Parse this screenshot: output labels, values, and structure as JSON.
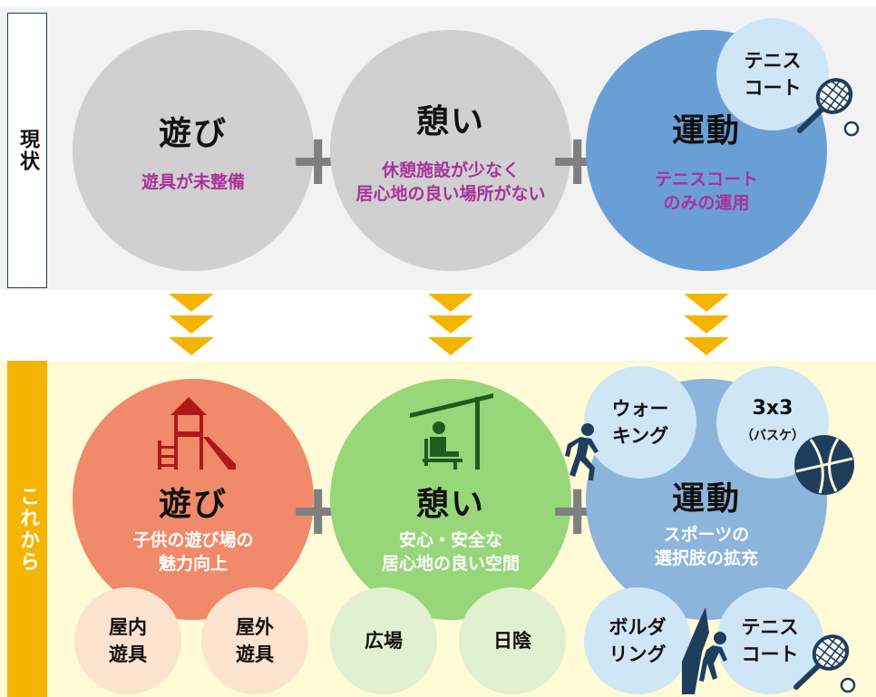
{
  "labels": {
    "current": "現状",
    "future": "これから"
  },
  "current": {
    "play": {
      "title": "遊び",
      "sub": "遊具が未整備"
    },
    "rest": {
      "title": "憩い",
      "sub_line1": "休憩施設が少なく",
      "sub_line2": "居心地の良い場所がない"
    },
    "sport": {
      "title": "運動",
      "sub_line1": "テニスコート",
      "sub_line2": "のみの運用"
    },
    "tennis": {
      "line1": "テニス",
      "line2": "コート"
    }
  },
  "future": {
    "play": {
      "title": "遊び",
      "sub_line1": "子供の遊び場の",
      "sub_line2": "魅力向上"
    },
    "rest": {
      "title": "憩い",
      "sub_line1": "安心・安全な",
      "sub_line2": "居心地の良い空間"
    },
    "sport": {
      "title": "運動",
      "sub_line1": "スポーツの",
      "sub_line2": "選択肢の拡充"
    },
    "indoor": {
      "line1": "屋内",
      "line2": "遊具"
    },
    "outdoor": {
      "line1": "屋外",
      "line2": "遊具"
    },
    "plaza": "広場",
    "shade": "日陰",
    "walking": {
      "line1": "ウォー",
      "line2": "キング"
    },
    "basket": {
      "line1": "3x3",
      "line2": "（バスケ）"
    },
    "bouldering": {
      "line1": "ボルダ",
      "line2": "リング"
    },
    "tennis": {
      "line1": "テニス",
      "line2": "コート"
    }
  },
  "colors": {
    "gray_circle": "#d0d0d0",
    "blue_circle": "#6a9fd6",
    "red_circle": "#f08a6a",
    "green_circle": "#98d67a",
    "blue_circle_future": "#8db4da",
    "arrow": "#f5b400",
    "purple_text": "#a8329a",
    "navy_icon": "#1f3d5c"
  },
  "icons": [
    "tennis-racket-icon",
    "tennis-ball-icon",
    "playground-slide-icon",
    "bench-shade-icon",
    "walking-person-icon",
    "basketball-icon",
    "climber-icon",
    "down-chevron-arrow-icon"
  ]
}
